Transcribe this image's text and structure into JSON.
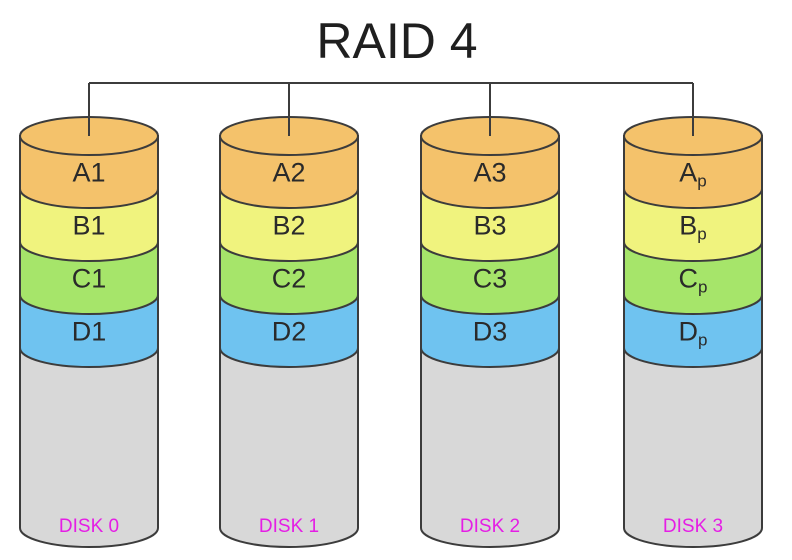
{
  "title": "RAID 4",
  "colors": {
    "row_A": "#f4c26b",
    "row_B": "#f0f37e",
    "row_C": "#a6e56a",
    "row_D": "#6fc3f0",
    "empty": "#d8d8d8",
    "outline": "#3c3c3c",
    "disk_label": "#e51ee5"
  },
  "disks": [
    {
      "label": "DISK 0",
      "blocks": [
        {
          "row": "A",
          "main": "A",
          "sub": "1"
        },
        {
          "row": "B",
          "main": "B",
          "sub": "1"
        },
        {
          "row": "C",
          "main": "C",
          "sub": "1"
        },
        {
          "row": "D",
          "main": "D",
          "sub": "1"
        }
      ]
    },
    {
      "label": "DISK 1",
      "blocks": [
        {
          "row": "A",
          "main": "A",
          "sub": "2"
        },
        {
          "row": "B",
          "main": "B",
          "sub": "2"
        },
        {
          "row": "C",
          "main": "C",
          "sub": "2"
        },
        {
          "row": "D",
          "main": "D",
          "sub": "2"
        }
      ]
    },
    {
      "label": "DISK 2",
      "blocks": [
        {
          "row": "A",
          "main": "A",
          "sub": "3"
        },
        {
          "row": "B",
          "main": "B",
          "sub": "3"
        },
        {
          "row": "C",
          "main": "C",
          "sub": "3"
        },
        {
          "row": "D",
          "main": "D",
          "sub": "3"
        }
      ]
    },
    {
      "label": "DISK 3",
      "blocks": [
        {
          "row": "A",
          "main": "A",
          "sub": "p"
        },
        {
          "row": "B",
          "main": "B",
          "sub": "p"
        },
        {
          "row": "C",
          "main": "C",
          "sub": "p"
        },
        {
          "row": "D",
          "main": "D",
          "sub": "p"
        }
      ]
    }
  ]
}
